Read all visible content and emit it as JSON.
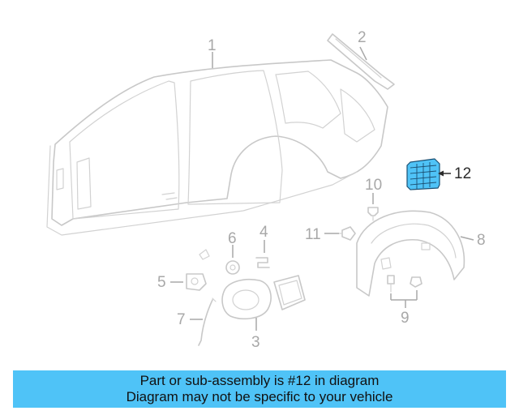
{
  "callouts": {
    "c1": "1",
    "c2": "2",
    "c3": "3",
    "c4": "4",
    "c5": "5",
    "c6": "6",
    "c7": "7",
    "c8": "8",
    "c9": "9",
    "c10": "10",
    "c11": "11",
    "c12": "12"
  },
  "highlight": {
    "part": "12",
    "color": "#4fc3f7"
  },
  "banner": {
    "line1": "Part or sub-assembly is #12 in diagram",
    "line2": "Diagram may not be specific to your vehicle",
    "background": "#4fc3f7"
  }
}
